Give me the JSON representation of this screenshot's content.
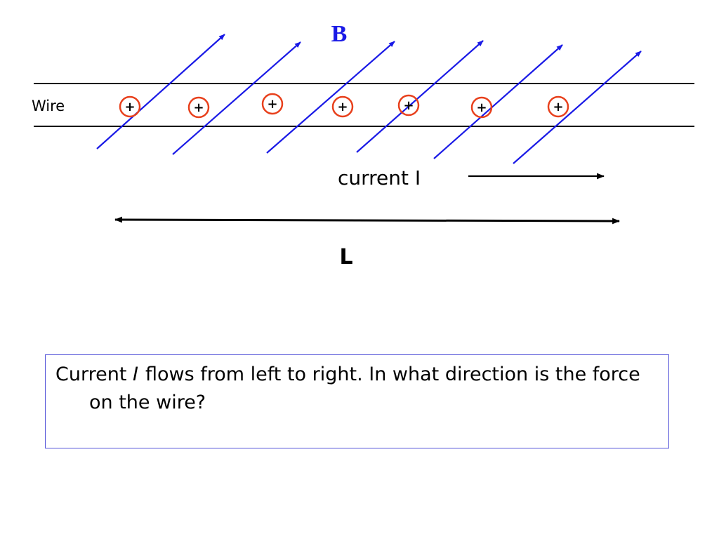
{
  "diagram": {
    "field_label": "B",
    "wire_label": "Wire",
    "charge_symbol": "+",
    "current_label": "current I",
    "length_label": "L",
    "colors": {
      "field_lines": "#1a1ae6",
      "charges": "#e8401c",
      "wire": "#000000",
      "field_label": "#1a1ae6"
    }
  },
  "question": {
    "prefix": "Current ",
    "variable": "I",
    "suffix": "flows from left to right. In what direction is the force on the wire?"
  }
}
